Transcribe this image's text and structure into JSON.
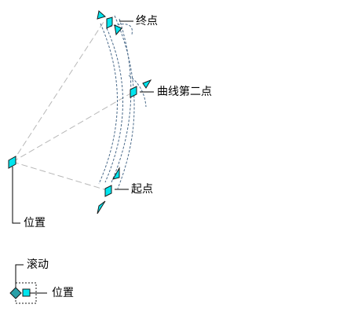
{
  "labels": {
    "end_point": "终点",
    "curve_second_point": "曲线第二点",
    "start_point": "起点",
    "position": "位置",
    "scroll": "滚动",
    "legend_position": "位置"
  },
  "colors": {
    "grip_fill": "#00e5ee",
    "grip_stroke": "#1a1a1a",
    "dashed": "#4a6a8a",
    "construction": "#b8b8b8",
    "diamond_fill": "#2aa0a8",
    "leader": "#000000"
  },
  "icons": {
    "grip": "parallelogram-grip-icon",
    "arrow": "triangle-arrow-grip-icon",
    "diamond": "diamond-rotate-icon",
    "square": "square-position-icon"
  }
}
